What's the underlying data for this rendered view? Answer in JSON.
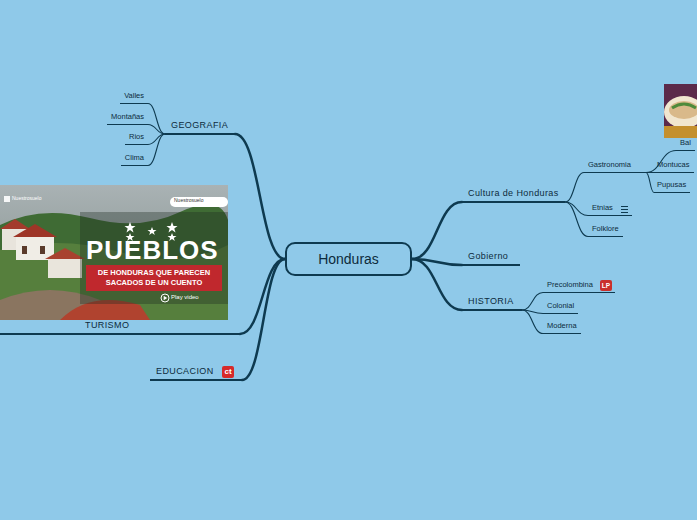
{
  "diagram": {
    "nodes": [
      {
        "text": [
          "Honduras"
        ]
      },
      {
        "text": [
          "GEOGRAFIA"
        ]
      },
      {
        "text": [
          "Valles"
        ]
      },
      {
        "text": [
          "Montañas"
        ]
      },
      {
        "text": [
          "Rios"
        ]
      },
      {
        "text": [
          "Clima"
        ]
      },
      {
        "text": [
          "TURISMO"
        ]
      },
      {
        "text": [
          "EDUCACION"
        ]
      },
      {
        "text": [
          "Cultura de Honduras"
        ]
      },
      {
        "text": [
          "Gastronomia"
        ]
      },
      {
        "text": [
          "Bal"
        ]
      },
      {
        "text": [
          "Montucas"
        ]
      },
      {
        "text": [
          "Pupusas"
        ]
      },
      {
        "text": [
          "Etnias"
        ]
      },
      {
        "text": [
          "Folklore"
        ]
      },
      {
        "text": [
          "Gobierno"
        ]
      },
      {
        "text": [
          "HISTORIA"
        ]
      },
      {
        "text": [
          "Precolombina"
        ]
      },
      {
        "text": [
          "Colonial"
        ]
      },
      {
        "text": [
          "Moderna"
        ]
      }
    ],
    "edges": [
      {
        "from": 0,
        "to": 1,
        "arrow": "none"
      },
      {
        "from": 1,
        "to": 2,
        "arrow": "none"
      },
      {
        "from": 1,
        "to": 3,
        "arrow": "none"
      },
      {
        "from": 1,
        "to": 4,
        "arrow": "none"
      },
      {
        "from": 1,
        "to": 5,
        "arrow": "none"
      },
      {
        "from": 0,
        "to": 6,
        "arrow": "none"
      },
      {
        "from": 0,
        "to": 7,
        "arrow": "none"
      },
      {
        "from": 0,
        "to": 8,
        "arrow": "none"
      },
      {
        "from": 8,
        "to": 9,
        "arrow": "none"
      },
      {
        "from": 9,
        "to": 10,
        "arrow": "none"
      },
      {
        "from": 9,
        "to": 11,
        "arrow": "none"
      },
      {
        "from": 9,
        "to": 12,
        "arrow": "none"
      },
      {
        "from": 8,
        "to": 13,
        "arrow": "none"
      },
      {
        "from": 8,
        "to": 14,
        "arrow": "none"
      },
      {
        "from": 0,
        "to": 15,
        "arrow": "none"
      },
      {
        "from": 0,
        "to": 16,
        "arrow": "none"
      },
      {
        "from": 16,
        "to": 17,
        "arrow": "none"
      },
      {
        "from": 16,
        "to": 18,
        "arrow": "none"
      },
      {
        "from": 16,
        "to": 19,
        "arrow": "none"
      }
    ],
    "labels": [
      "Nuestrosuelo",
      "Nuestrosuelo",
      "PUEBLOS",
      "DE HONDURAS QUE PARECEN SACADOS DE UN CUENTO",
      "Play video",
      "ct",
      "LP"
    ]
  }
}
